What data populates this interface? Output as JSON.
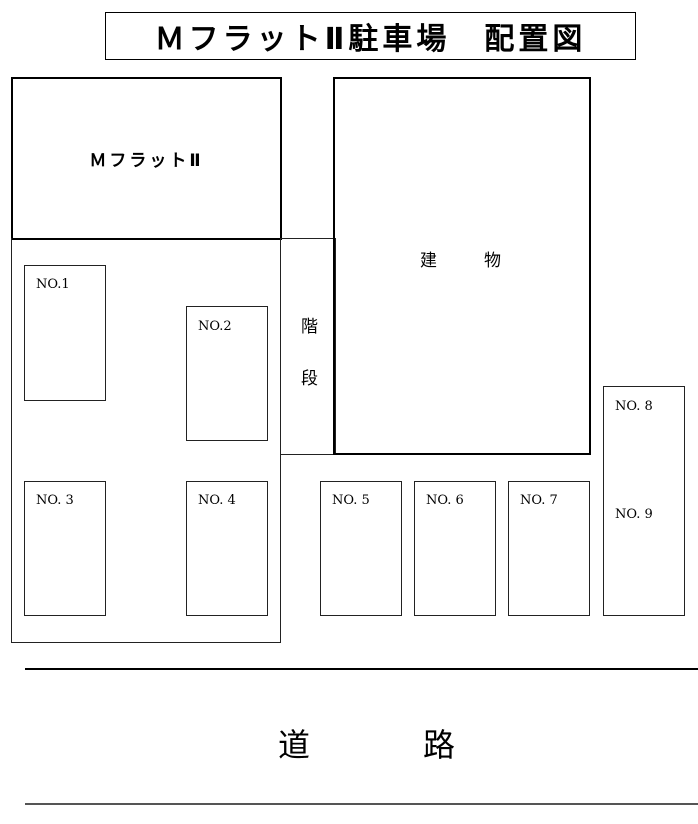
{
  "title": "ＭフラットⅡ駐車場　配置図",
  "buildings": {
    "mflat": "ＭフラットⅡ",
    "building_char1": "建",
    "building_char2": "物",
    "stairs_char1": "階",
    "stairs_char2": "段"
  },
  "slots": [
    {
      "label": "NO.1"
    },
    {
      "label": "NO.2"
    },
    {
      "label": "NO. 3"
    },
    {
      "label": "NO. 4"
    },
    {
      "label": "NO. 5"
    },
    {
      "label": "NO. 6"
    },
    {
      "label": "NO. 7"
    },
    {
      "label": "NO. 8"
    },
    {
      "label": "NO. 9"
    }
  ],
  "road": {
    "char1": "道",
    "char2": "路"
  }
}
